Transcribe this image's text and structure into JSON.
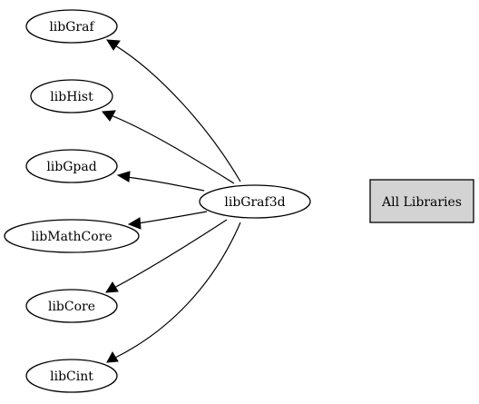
{
  "graph": {
    "center": {
      "label": "libGraf3d"
    },
    "dependencies": [
      {
        "label": "libGraf"
      },
      {
        "label": "libHist"
      },
      {
        "label": "libGpad"
      },
      {
        "label": "libMathCore"
      },
      {
        "label": "libCore"
      },
      {
        "label": "libCint"
      }
    ],
    "legend": {
      "label": "All Libraries",
      "fill": "#d3d3d3"
    }
  }
}
